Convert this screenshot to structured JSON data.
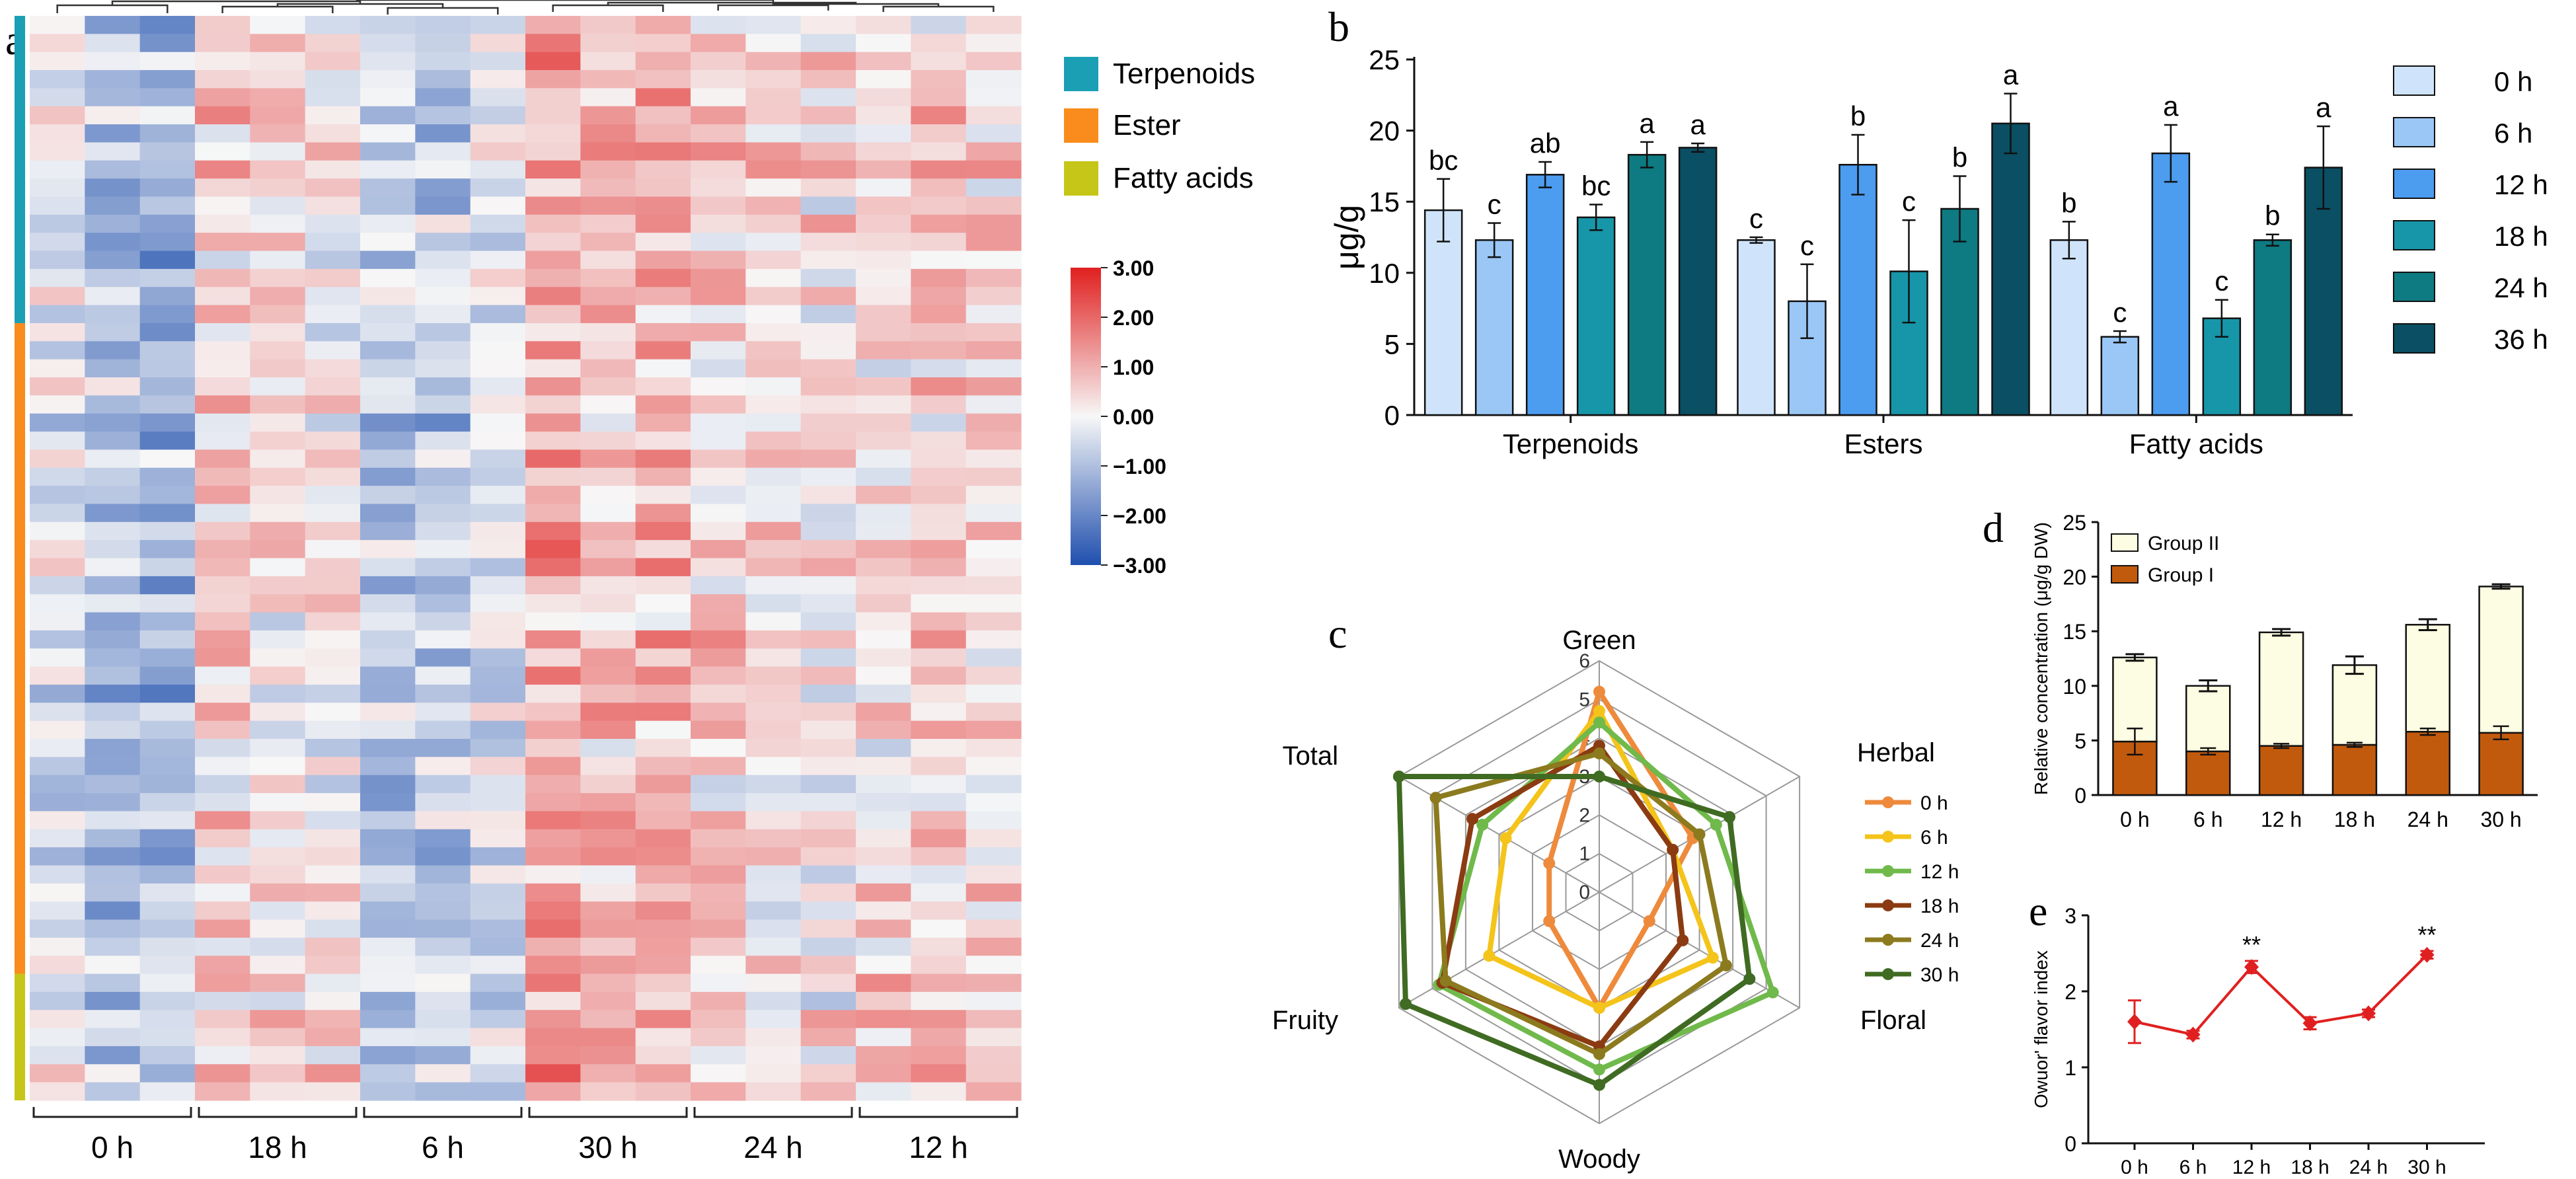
{
  "panel_labels": {
    "a": "a",
    "b": "b",
    "c": "c",
    "d": "d",
    "e": "e"
  },
  "colors": {
    "terpenoids": "#1b9fb5",
    "ester": "#f98c1c",
    "fatty": "#c5c617",
    "heat_low": "#1f4fae",
    "heat_mid": "#f7f7f7",
    "heat_high": "#e0201f",
    "b_series": [
      "#cfe4fa",
      "#9ac7f6",
      "#4c9cf0",
      "#1796a9",
      "#0e7a82",
      "#0a4f63"
    ],
    "c_series": [
      "#ee8a3c",
      "#f4c41a",
      "#70b94b",
      "#8b3b12",
      "#8c7a1e",
      "#3f6b22"
    ],
    "d_group1": "#c25a0d",
    "d_group2": "#fdfde3",
    "e_line": "#e02020"
  },
  "heatmap": {
    "legend": [
      {
        "label": "Terpenoids",
        "color": "#1b9fb5"
      },
      {
        "label": "Ester",
        "color": "#f98c1c"
      },
      {
        "label": "Fatty acids",
        "color": "#c5c617"
      }
    ],
    "colorbar_ticks": [
      "3.00",
      "2.00",
      "1.00",
      "0.00",
      "−1.00",
      "−2.00",
      "−3.00"
    ],
    "column_groups": [
      "0 h",
      "18 h",
      "6 h",
      "30 h",
      "24 h",
      "12 h"
    ],
    "n_rows": 60,
    "n_cols": 18,
    "row_groups": [
      {
        "name": "Terpenoids",
        "count": 17
      },
      {
        "name": "Ester",
        "count": 36
      },
      {
        "name": "Fatty acids",
        "count": 7
      }
    ]
  },
  "chart_data": [
    {
      "panel": "b",
      "type": "bar",
      "ylabel": "μg/g",
      "ylim": [
        0,
        25
      ],
      "yticks": [
        "0",
        "5",
        "10",
        "15",
        "20",
        "25"
      ],
      "categories": [
        "Terpenoids",
        "Esters",
        "Fatty acids"
      ],
      "series": [
        {
          "name": "0 h",
          "values": [
            14.4,
            12.3,
            12.3
          ],
          "err": [
            2.2,
            0.2,
            1.3
          ],
          "letters": [
            "bc",
            "c",
            "b"
          ]
        },
        {
          "name": "6 h",
          "values": [
            12.3,
            8.0,
            5.5
          ],
          "err": [
            1.2,
            2.6,
            0.4
          ],
          "letters": [
            "c",
            "c",
            "c"
          ]
        },
        {
          "name": "12 h",
          "values": [
            16.9,
            17.6,
            18.4
          ],
          "err": [
            0.9,
            2.1,
            2.0
          ],
          "letters": [
            "ab",
            "b",
            "a"
          ]
        },
        {
          "name": "18 h",
          "values": [
            13.9,
            10.1,
            6.8
          ],
          "err": [
            0.9,
            3.6,
            1.3
          ],
          "letters": [
            "bc",
            "c",
            "c"
          ]
        },
        {
          "name": "24 h",
          "values": [
            18.3,
            14.5,
            12.3
          ],
          "err": [
            0.9,
            2.3,
            0.4
          ],
          "letters": [
            "a",
            "b",
            "b"
          ]
        },
        {
          "name": "36 h",
          "values": [
            18.8,
            20.5,
            17.4
          ],
          "err": [
            0.3,
            2.1,
            2.9
          ],
          "letters": [
            "a",
            "a",
            "a"
          ]
        }
      ]
    },
    {
      "panel": "c",
      "type": "radar",
      "axes": [
        "Green",
        "Herbal",
        "Floral",
        "Woody",
        "Fruity",
        "Total"
      ],
      "rlim": [
        0,
        6
      ],
      "rticks": [
        "0",
        "1",
        "2",
        "3",
        "4",
        "5",
        "6"
      ],
      "series": [
        {
          "name": "0 h",
          "values": [
            5.2,
            2.8,
            1.5,
            3.0,
            1.5,
            1.5
          ]
        },
        {
          "name": "6 h",
          "values": [
            4.7,
            2.2,
            3.4,
            3.0,
            3.3,
            2.8
          ]
        },
        {
          "name": "12 h",
          "values": [
            4.4,
            3.5,
            5.2,
            4.6,
            4.8,
            3.5
          ]
        },
        {
          "name": "18 h",
          "values": [
            3.8,
            2.2,
            2.5,
            4.0,
            4.7,
            3.8
          ]
        },
        {
          "name": "24 h",
          "values": [
            3.6,
            3.0,
            3.8,
            4.2,
            4.6,
            4.9
          ]
        },
        {
          "name": "30 h",
          "values": [
            3.0,
            3.9,
            4.5,
            5.0,
            5.8,
            6.0
          ]
        }
      ]
    },
    {
      "panel": "d",
      "type": "bar",
      "stacked": true,
      "ylabel": "Relative concentration (μg/g DW)",
      "ylim": [
        0,
        25
      ],
      "yticks": [
        "0",
        "5",
        "10",
        "15",
        "20",
        "25"
      ],
      "categories": [
        "0 h",
        "6 h",
        "12 h",
        "18 h",
        "24 h",
        "30 h"
      ],
      "series": [
        {
          "name": "Group I",
          "values": [
            4.9,
            4.0,
            4.5,
            4.6,
            5.8,
            5.7
          ],
          "err": [
            1.2,
            0.3,
            0.2,
            0.2,
            0.3,
            0.6
          ]
        },
        {
          "name": "Group II",
          "values": [
            7.7,
            6.0,
            10.4,
            7.3,
            9.8,
            13.4
          ],
          "err_top": [
            0.3,
            0.5,
            0.3,
            0.8,
            0.5,
            0.2
          ]
        }
      ]
    },
    {
      "panel": "e",
      "type": "line",
      "ylabel": "Owuor' flavor index",
      "ylim": [
        0,
        3
      ],
      "yticks": [
        "0",
        "1",
        "2",
        "3"
      ],
      "categories": [
        "0 h",
        "6 h",
        "12 h",
        "18 h",
        "24 h",
        "30 h"
      ],
      "values": [
        1.6,
        1.43,
        2.32,
        1.58,
        1.71,
        2.48
      ],
      "err": [
        0.28,
        0.05,
        0.08,
        0.08,
        0.05,
        0.05
      ],
      "annotations": [
        "",
        "",
        "**",
        "",
        "",
        "**"
      ]
    }
  ]
}
